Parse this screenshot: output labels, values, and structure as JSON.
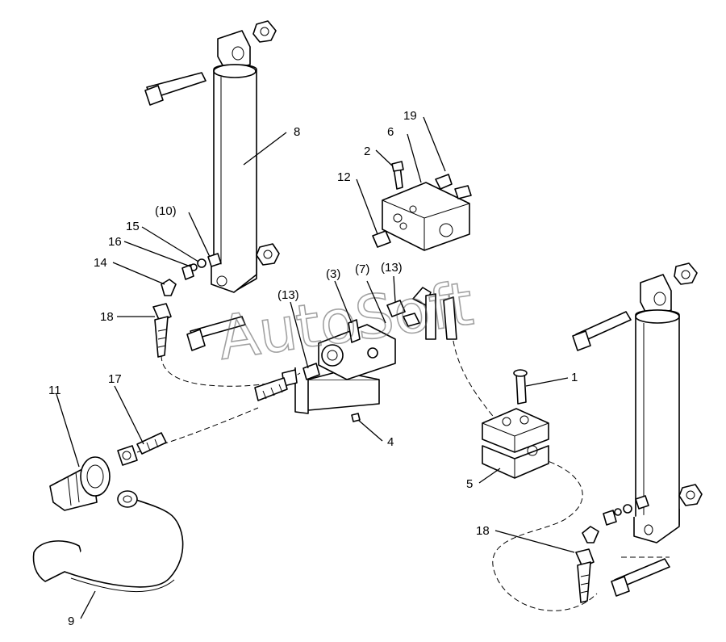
{
  "watermark": "AutoSoft",
  "labels": {
    "l1": "1",
    "l2": "2",
    "l3": "(3)",
    "l4": "4",
    "l5": "5",
    "l6": "6",
    "l7": "(7)",
    "l8": "8",
    "l9": "9",
    "l10": "(10)",
    "l11": "11",
    "l12": "12",
    "l13a": "(13)",
    "l13b": "(13)",
    "l14": "14",
    "l15": "15",
    "l16": "16",
    "l17": "17",
    "l18a": "18",
    "l18b": "18",
    "l19": "19"
  }
}
